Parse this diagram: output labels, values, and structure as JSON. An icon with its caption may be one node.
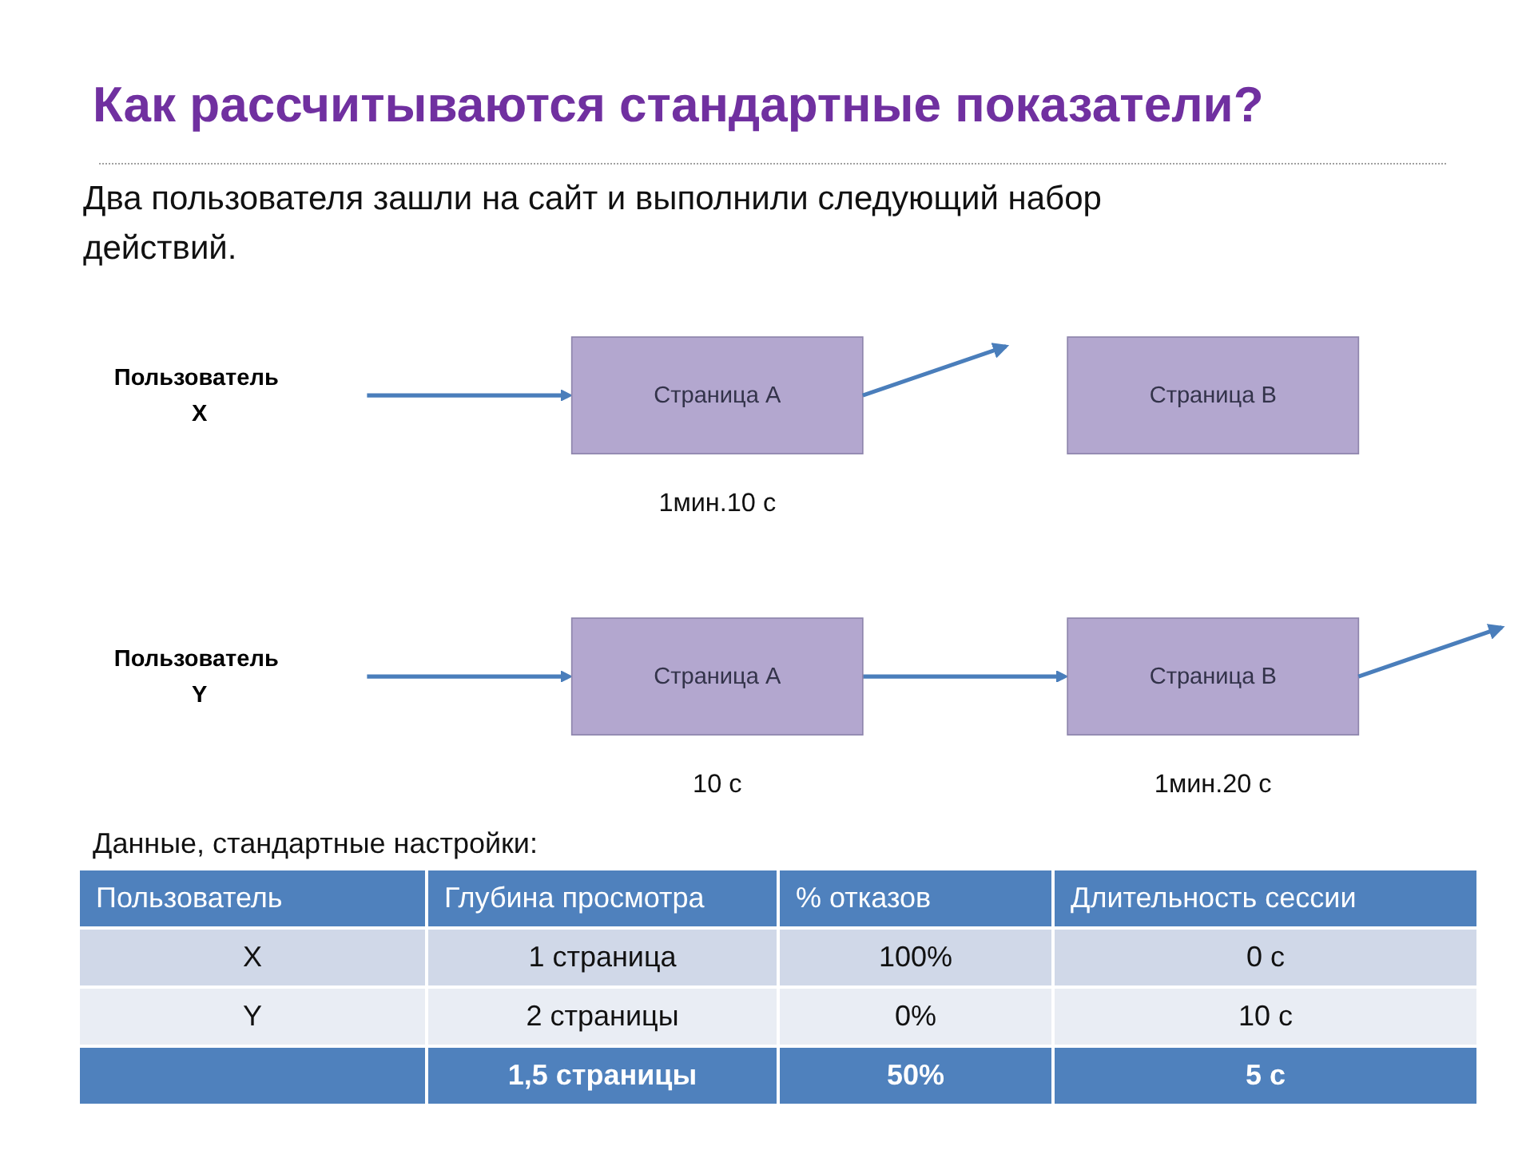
{
  "diagram": {
    "title": "Как рассчитываются стандартные показатели?",
    "nodes": [
      {
        "text": [
          "Пользователь X"
        ]
      },
      {
        "text": [
          "Страница А"
        ],
        "beside": [
          "1мин.10 с"
        ]
      },
      {
        "text": [
          "Страница В"
        ]
      },
      {
        "text": [
          "Пользователь Y"
        ]
      },
      {
        "text": [
          "Страница А"
        ],
        "beside": [
          "10 с"
        ]
      },
      {
        "text": [
          "Страница В"
        ],
        "beside": [
          "1мин.20 с"
        ]
      }
    ],
    "edges": [
      {
        "from": 0,
        "to": 1,
        "arrow": "to"
      },
      {
        "from": 1,
        "to": null,
        "arrow": "to"
      },
      {
        "from": 3,
        "to": 4,
        "arrow": "to"
      },
      {
        "from": 4,
        "to": 5,
        "arrow": "to"
      },
      {
        "from": 5,
        "to": null,
        "arrow": "to"
      }
    ],
    "labels": [
      "Два пользователя зашли на сайт и выполнили следующий набор действий.",
      "Данные, стандартные настройки:",
      "Пользователь",
      "Глубина просмотра",
      "% отказов",
      "Длительность сессии",
      "X",
      "1 страница",
      "100%",
      "0 с",
      "Y",
      "2 страницы",
      "0%",
      "10 с",
      "1,5 страницы",
      "50%",
      "5 с"
    ]
  }
}
